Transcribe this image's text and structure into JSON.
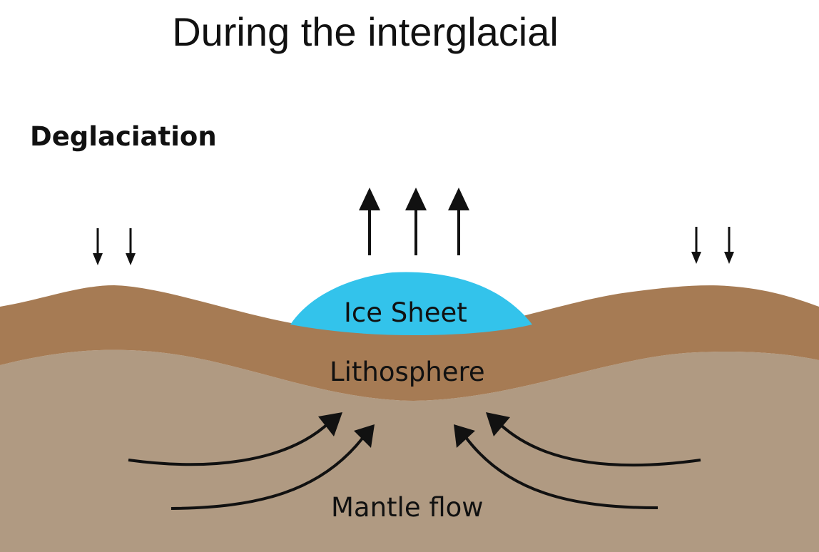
{
  "title": "During the interglacial",
  "subtitle": "Deglaciation",
  "labels": {
    "ice_sheet": "Ice Sheet",
    "lithosphere": "Lithosphere",
    "mantle_flow": "Mantle flow"
  },
  "colors": {
    "ice": "#33c3eb",
    "lithosphere": "#a67b54",
    "mantle": "#b09a82",
    "arrows": "#111111"
  }
}
